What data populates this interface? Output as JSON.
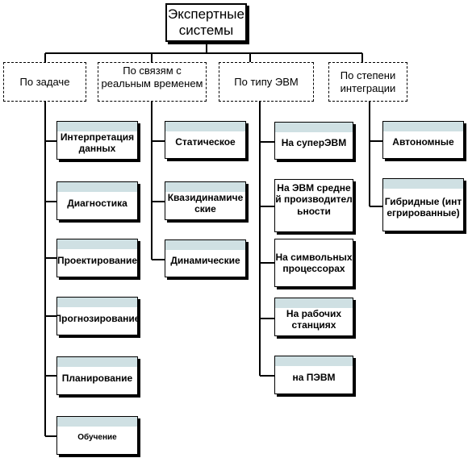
{
  "root": "Экспертные системы",
  "categories": [
    {
      "label": "По задаче",
      "items": [
        "Интерпретация данных",
        "Диагностика",
        "Проектирование",
        "Прогнозирование",
        "Планирование",
        "Обучение"
      ]
    },
    {
      "label": "По связям с реальным временем",
      "items": [
        "Статическое",
        "Квазидинамические",
        "Динамические"
      ]
    },
    {
      "label": "По типу ЭВМ",
      "items": [
        "На суперЭВМ",
        "На ЭВМ средней производительности",
        "На символьных процессорах",
        "На рабочих станциях",
        "на ПЭВМ"
      ]
    },
    {
      "label": "По степени интеграции",
      "items": [
        "Автономные",
        "Гибридные (интегрированные)"
      ]
    }
  ],
  "colors": {
    "band": "#cfe0e3",
    "line": "#000000"
  }
}
